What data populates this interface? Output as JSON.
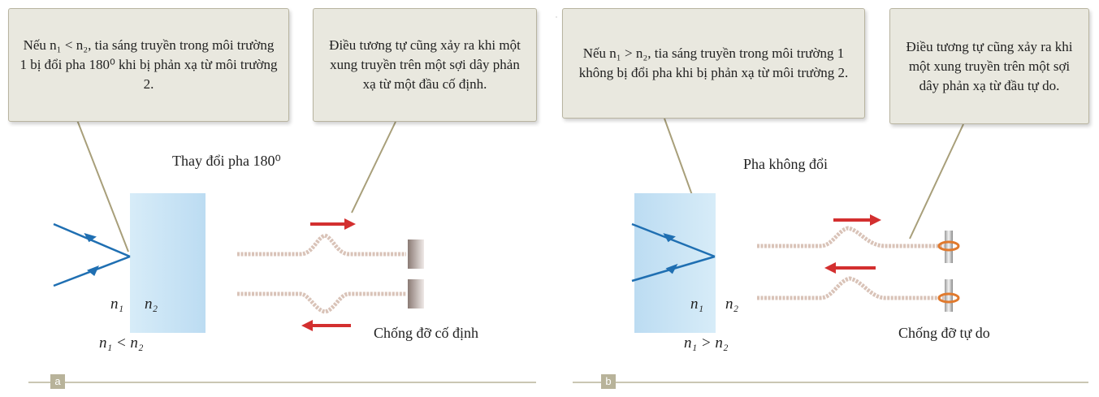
{
  "panel_a": {
    "callout_left": "Nếu n₁ < n₂, tia sáng truyền trong môi trường 1 bị đổi pha 180⁰ khi bị phản xạ từ môi trường 2.",
    "callout_right": "Điều tương tự cũng xảy ra khi một xung truyền trên một sợi dây phản xạ từ một đầu cố định.",
    "phase_label": "Thay đổi pha 180⁰",
    "n1": "n₁",
    "n2": "n₂",
    "relation": "n₁ < n₂",
    "support_label": "Chống đỡ cố định",
    "badge": "a"
  },
  "panel_b": {
    "callout_left": "Nếu n₁ > n₂, tia sáng truyền trong môi trường 1 không bị đổi pha khi bị phản xạ từ môi trường 2.",
    "callout_right": "Điều tương tự cũng xảy ra khi một xung truyền trên một sợi dây phản xạ từ đầu tự do.",
    "phase_label": "Pha không đổi",
    "n1": "n₁",
    "n2": "n₂",
    "relation": "n₁ > n₂",
    "support_label": "Chống đỡ tự do",
    "badge": "b"
  },
  "colors": {
    "callout_bg": "#e9e8df",
    "ray": "#1f6fb2",
    "arrow": "#d32f2f",
    "medium": "#cfe6f6",
    "rope": "#d9c3b8",
    "ring": "#e07a2e",
    "leader": "#a89f7a"
  }
}
